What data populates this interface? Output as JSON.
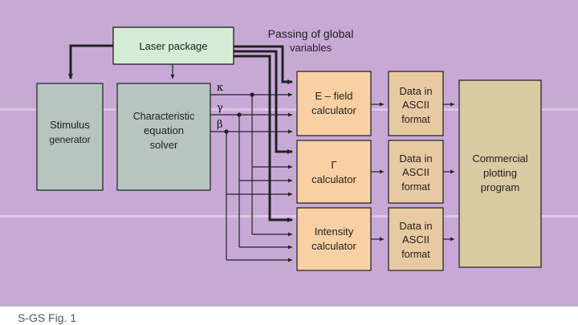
{
  "annotation": {
    "line1": "Passing of global",
    "line2": "variables"
  },
  "nodes": {
    "laser": {
      "line1": "Laser package",
      "fill": "#d4ecd6"
    },
    "stimulus": {
      "line1": "Stimulus",
      "line2": "generator",
      "fill": "#b7c4c0"
    },
    "solver": {
      "line1": "Characteristic",
      "line2": "equation",
      "line3": "solver",
      "fill": "#b7c4c0"
    },
    "efield": {
      "line1": "E – field",
      "line2": "calculator",
      "fill": "#f8d0a3"
    },
    "gamma": {
      "line1": "Γ",
      "line2": "calculator",
      "fill": "#f8d0a3"
    },
    "intensity": {
      "line1": "Intensity",
      "line2": "calculator",
      "fill": "#f8d0a3"
    },
    "ascii1": {
      "line1": "Data in",
      "line2": "ASCII",
      "line3": "format",
      "fill": "#e8caa2"
    },
    "ascii2": {
      "line1": "Data in",
      "line2": "ASCII",
      "line3": "format",
      "fill": "#e8caa2"
    },
    "ascii3": {
      "line1": "Data in",
      "line2": "ASCII",
      "line3": "format",
      "fill": "#e8caa2"
    },
    "plotting": {
      "line1": "Commercial",
      "line2": "plotting",
      "line3": "program",
      "fill": "#d9cba2"
    }
  },
  "variables": {
    "kappa": "κ",
    "gamma": "γ",
    "beta": "β"
  },
  "caption": "S-GS Fig. 1",
  "colors": {
    "background": "#c8a9d6",
    "stroke": "#222222"
  }
}
